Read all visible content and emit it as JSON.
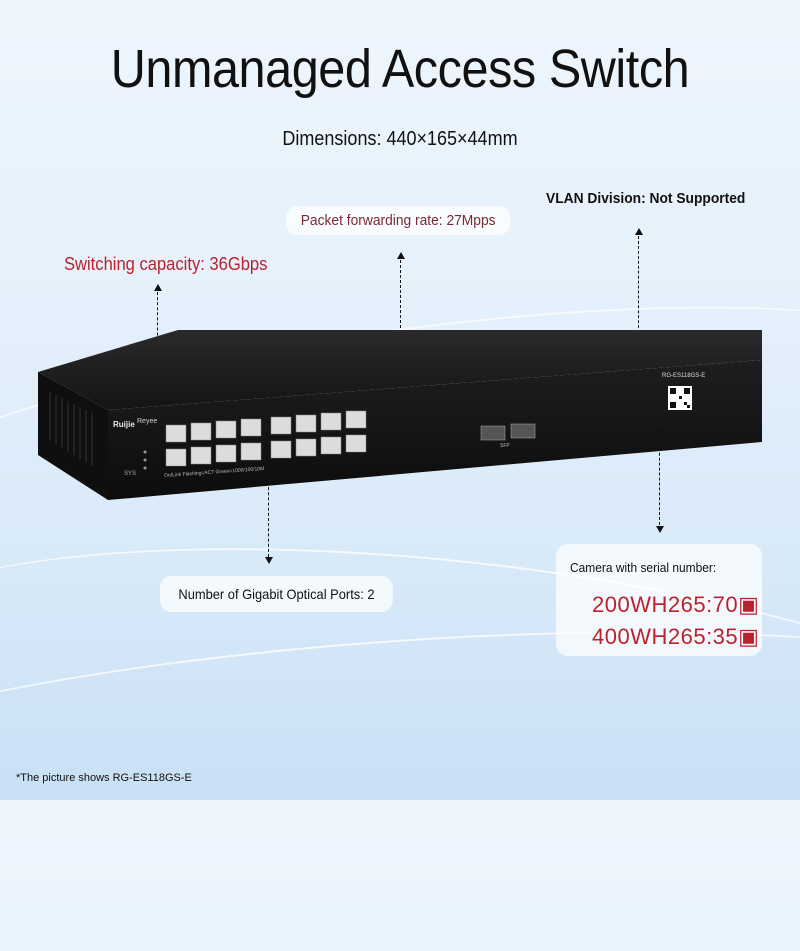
{
  "title": "Unmanaged Access Switch",
  "dimensions": "Dimensions: 440×165×44mm",
  "callouts": {
    "vlan": "VLAN Division: Not Supported",
    "packet_rate": "Packet forwarding rate: 27Mpps",
    "switching": "Switching capacity: 36Gbps",
    "optical_ports": "Number of Gigabit Optical Ports: 2",
    "camera_heading": "Camera with serial number:",
    "camera_serial_1": "200WH265:70▣",
    "camera_serial_2": "400WH265:35▣"
  },
  "device": {
    "brand": "Ruijie",
    "sub_brand": "Reyee",
    "model": "RG-ES118GS-E",
    "legend": "On/Link   Flashing=ACT   Green=1000/100/10M",
    "sys_label": "SYS",
    "sfp_label": "SFP"
  },
  "footnote": "*The picture shows RG-ES118GS-E",
  "colors": {
    "accent_red": "#b8232e",
    "device_body": "#1b1b1d"
  }
}
